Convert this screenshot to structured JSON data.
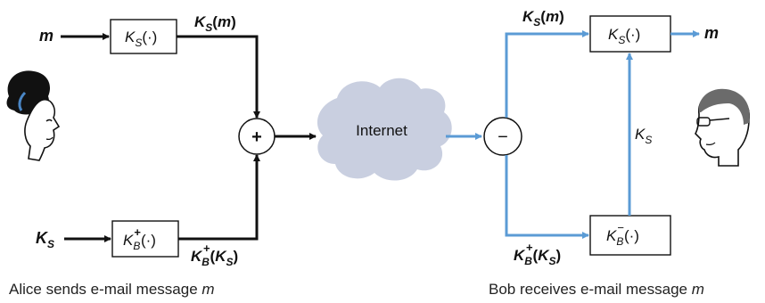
{
  "alice": {
    "input_m": "m",
    "input_ks": "K",
    "input_ks_sub": "S",
    "box_sym_enc": {
      "K": "K",
      "sub": "S",
      "arg": "(·)"
    },
    "box_pub_enc": {
      "K": "K",
      "sub": "B",
      "sup": "+",
      "arg": "(·)"
    },
    "out_sym": {
      "K": "K",
      "sub": "S",
      "arg_open": "(",
      "arg_it": "m",
      "arg_close": ")"
    },
    "out_pub": {
      "K": "K",
      "sub": "B",
      "sup": "+",
      "arg_open": "(",
      "argK": "K",
      "arg_sub": "S",
      "arg_close": ")"
    },
    "combine_symbol": "+",
    "caption_text": "Alice sends e-mail message ",
    "caption_it": "m"
  },
  "internet": {
    "label": "Internet"
  },
  "bob": {
    "split_symbol": "−",
    "in_sym": {
      "K": "K",
      "sub": "S",
      "arg_open": "(",
      "arg_it": "m",
      "arg_close": ")"
    },
    "in_pub": {
      "K": "K",
      "sub": "B",
      "sup": "+",
      "arg_open": "(",
      "argK": "K",
      "arg_sub": "S",
      "arg_close": ")"
    },
    "box_sym_dec": {
      "K": "K",
      "sub": "S",
      "arg": "(·)"
    },
    "box_priv_dec": {
      "K": "K",
      "sub": "B",
      "sup": "−",
      "arg": "(·)"
    },
    "ks_label": {
      "K": "K",
      "sub": "S"
    },
    "output_m": "m",
    "caption_text": "Bob receives e-mail message ",
    "caption_it": "m"
  },
  "colors": {
    "black_flow": "#111111",
    "blue_flow": "#5b9bd5",
    "cloud": "#c9cfe0"
  }
}
